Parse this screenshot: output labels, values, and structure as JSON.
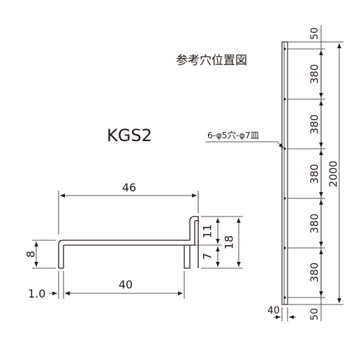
{
  "title": "参考穴位置図",
  "model": "KGS2",
  "hole_note": "6-φ5穴-φ7皿",
  "section_dims": {
    "width_top": "46",
    "width_bottom": "40",
    "thickness": "1.0",
    "left_height": "8",
    "right_upper": "11",
    "right_lower": "7",
    "right_total": "18"
  },
  "rail_dims": {
    "top_margin": "50",
    "pitches": [
      "380",
      "380",
      "380",
      "380",
      "380"
    ],
    "bottom_margin": "50",
    "total_length": "2000",
    "width": "40"
  }
}
